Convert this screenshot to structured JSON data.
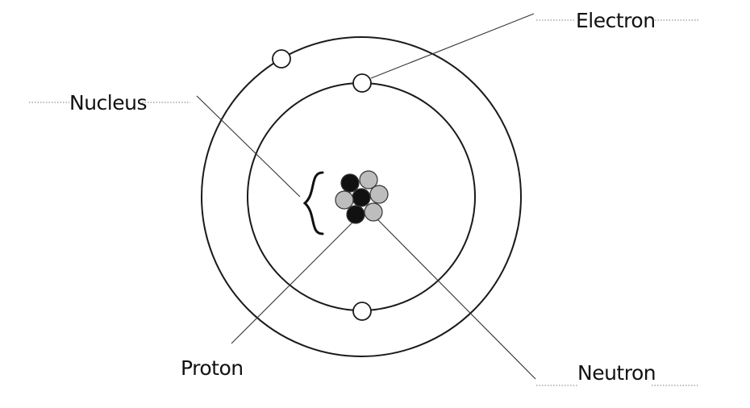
{
  "labels": {
    "electron": "Electron",
    "nucleus": "Nucleus",
    "proton": "Proton",
    "neutron": "Neutron"
  },
  "colors": {
    "proton": "#111111",
    "neutron": "#bdbdbd",
    "electron": "#ffffff",
    "line": "#1a1a1a"
  }
}
